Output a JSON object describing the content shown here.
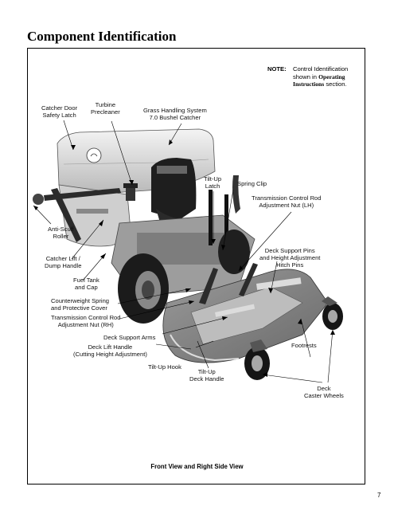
{
  "page": {
    "title": "Component Identification",
    "page_number": "7",
    "caption": "Front View and Right Side View"
  },
  "note": {
    "label": "NOTE:",
    "line1": "Control Identification",
    "line2": "shown in",
    "bold1": "Operating",
    "bold2": "Instructions",
    "tail": "section."
  },
  "labels": {
    "catcher_door": "Catcher Door\nSafety Latch",
    "turbine": "Turbine\nPrecleaner",
    "grass_system": "Grass Handling System\n7.0 Bushel Catcher",
    "tilt_up_latch": "Tilt-Up\nLatch",
    "spring_clip": "Spring Clip",
    "trans_lh": "Transmission Control Rod\nAdjustment Nut (LH)",
    "anti_scuff": "Anti-Scuff\nRoller",
    "catcher_lift": "Catcher Lift /\nDump Handle",
    "fuel_tank": "Fuel Tank\nand Cap",
    "counterweight": "Counterweight Spring\nand Protective Cover",
    "trans_rh": "Transmission Control Rod\nAdjustment Nut (RH)",
    "deck_support_arms": "Deck Support Arms",
    "deck_lift": "Deck Lift Handle\n(Cutting Height Adjustment)",
    "tilt_up_hook": "Tilt-Up Hook",
    "tilt_up_deck": "Tilt-Up\nDeck Handle",
    "deck_support_pins": "Deck Support Pins\nand Height Adjustment\nHitch Pins",
    "footrests": "Footrests",
    "caster_wheels": "Deck\nCaster Wheels"
  }
}
